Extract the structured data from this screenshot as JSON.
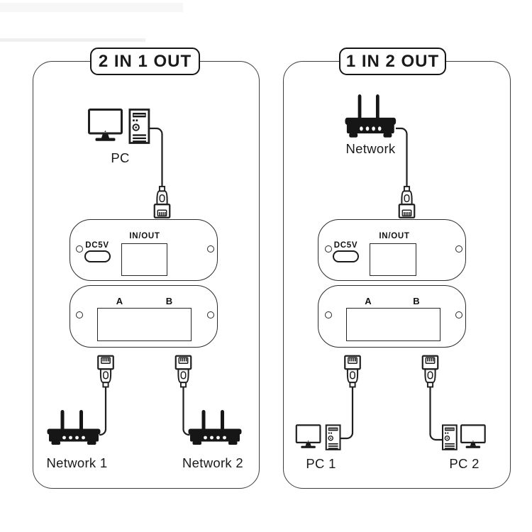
{
  "panels": {
    "left": {
      "title": "2 IN 1 OUT",
      "source": "PC",
      "output_1": "Network 1",
      "output_2": "Network 2"
    },
    "right": {
      "title": "1 IN 2 OUT",
      "source": "Network",
      "output_1": "PC 1",
      "output_2": "PC 2"
    }
  },
  "device": {
    "power_port": "DC5V",
    "io_port": "IN/OUT",
    "port_a": "A",
    "port_b": "B"
  },
  "colors": {
    "line": "#1f1f1f",
    "dark_fill": "#161616",
    "background": "#ffffff"
  }
}
